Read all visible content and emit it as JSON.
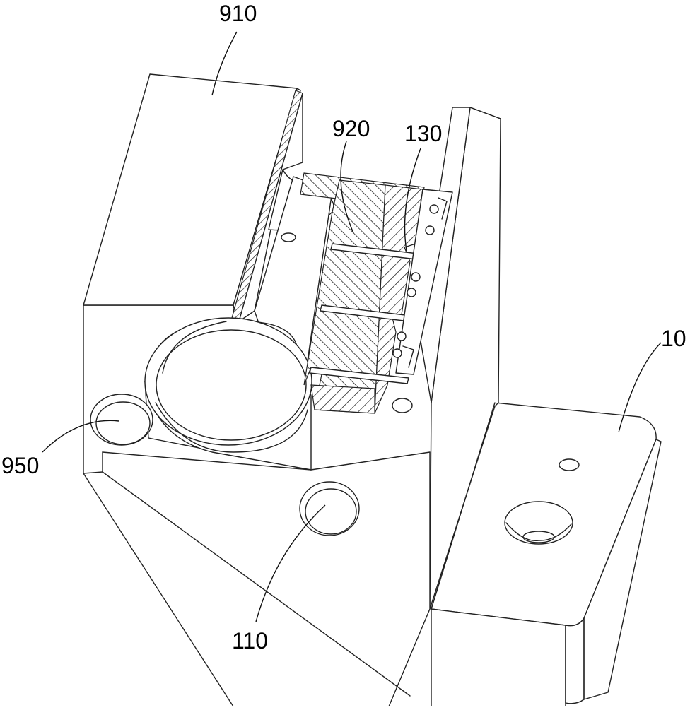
{
  "labels": {
    "l910": "910",
    "l920": "920",
    "l130": "130",
    "l10": "10",
    "l950": "950",
    "l110": "110"
  }
}
